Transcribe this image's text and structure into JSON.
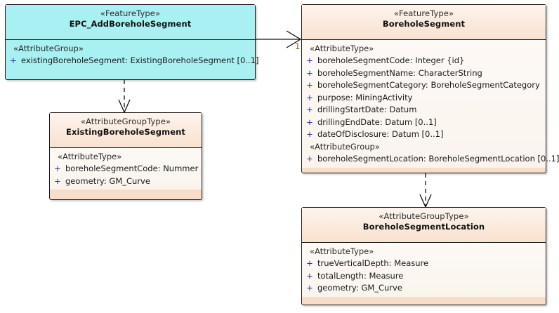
{
  "diagram": {
    "type": "uml-class-diagram",
    "title": "EPC_AddBoreholeSegment",
    "background": "#ffffff",
    "colors": {
      "feature_type_fill": "#a8f0f2",
      "attribute_group_fill": "#fae3d2",
      "border": "#1a1a1a",
      "visibility_marker": "#1f3d8f",
      "multiplicity_label": "#8a6a18"
    }
  },
  "classes": {
    "epc_add_borehole_segment": {
      "stereotype": "«FeatureType»",
      "name": "EPC_AddBoreholeSegment",
      "fill": "#a8f0f2",
      "compartments": [
        {
          "label": "«AttributeGroup»",
          "attributes": [
            {
              "visibility": "+",
              "text": "existingBoreholeSegment: ExistingBoreholeSegment [0..1]"
            }
          ]
        }
      ]
    },
    "borehole_segment": {
      "stereotype": "«FeatureType»",
      "name": "BoreholeSegment",
      "fill": "#fae3d2",
      "compartments": [
        {
          "label": "«AttributeType»",
          "attributes": [
            {
              "visibility": "+",
              "text": "boreholeSegmentCode: Integer {id}"
            },
            {
              "visibility": "+",
              "text": "boreholeSegmentName: CharacterString"
            },
            {
              "visibility": "+",
              "text": "boreholeSegmentCategory: BoreholeSegmentCategory"
            },
            {
              "visibility": "+",
              "text": "purpose: MiningActivity"
            },
            {
              "visibility": "+",
              "text": "drillingStartDate: Datum"
            },
            {
              "visibility": "+",
              "text": "drillingEndDate: Datum [0..1]"
            },
            {
              "visibility": "+",
              "text": "dateOfDisclosure: Datum [0..1]"
            }
          ]
        },
        {
          "label": "«AttributeGroup»",
          "attributes": [
            {
              "visibility": "+",
              "text": "boreholeSegmentLocation: BoreholeSegmentLocation [0..1]"
            }
          ]
        }
      ]
    },
    "existing_borehole_segment": {
      "stereotype": "«AttributeGroupType»",
      "name": "ExistingBoreholeSegment",
      "fill": "#fae3d2",
      "compartments": [
        {
          "label": "«AttributeType»",
          "attributes": [
            {
              "visibility": "+",
              "text": "boreholeSegmentCode: Nummer"
            },
            {
              "visibility": "+",
              "text": "geometry: GM_Curve"
            }
          ]
        }
      ]
    },
    "borehole_segment_location": {
      "stereotype": "«AttributeGroupType»",
      "name": "BoreholeSegmentLocation",
      "fill": "#fae3d2",
      "compartments": [
        {
          "label": "«AttributeType»",
          "attributes": [
            {
              "visibility": "+",
              "text": "trueVerticalDepth: Measure"
            },
            {
              "visibility": "+",
              "text": "totalLength: Measure"
            },
            {
              "visibility": "+",
              "text": "geometry: GM_Curve"
            }
          ]
        }
      ]
    }
  },
  "connectors": {
    "association_epc_to_segment": {
      "kind": "association",
      "from": "EPC_AddBoreholeSegment",
      "to": "BoreholeSegment",
      "target_multiplicity": "1"
    },
    "dependency_epc_to_existing": {
      "kind": "dependency",
      "from": "EPC_AddBoreholeSegment",
      "to": "ExistingBoreholeSegment"
    },
    "dependency_segment_to_location": {
      "kind": "dependency",
      "from": "BoreholeSegment",
      "to": "BoreholeSegmentLocation"
    }
  }
}
